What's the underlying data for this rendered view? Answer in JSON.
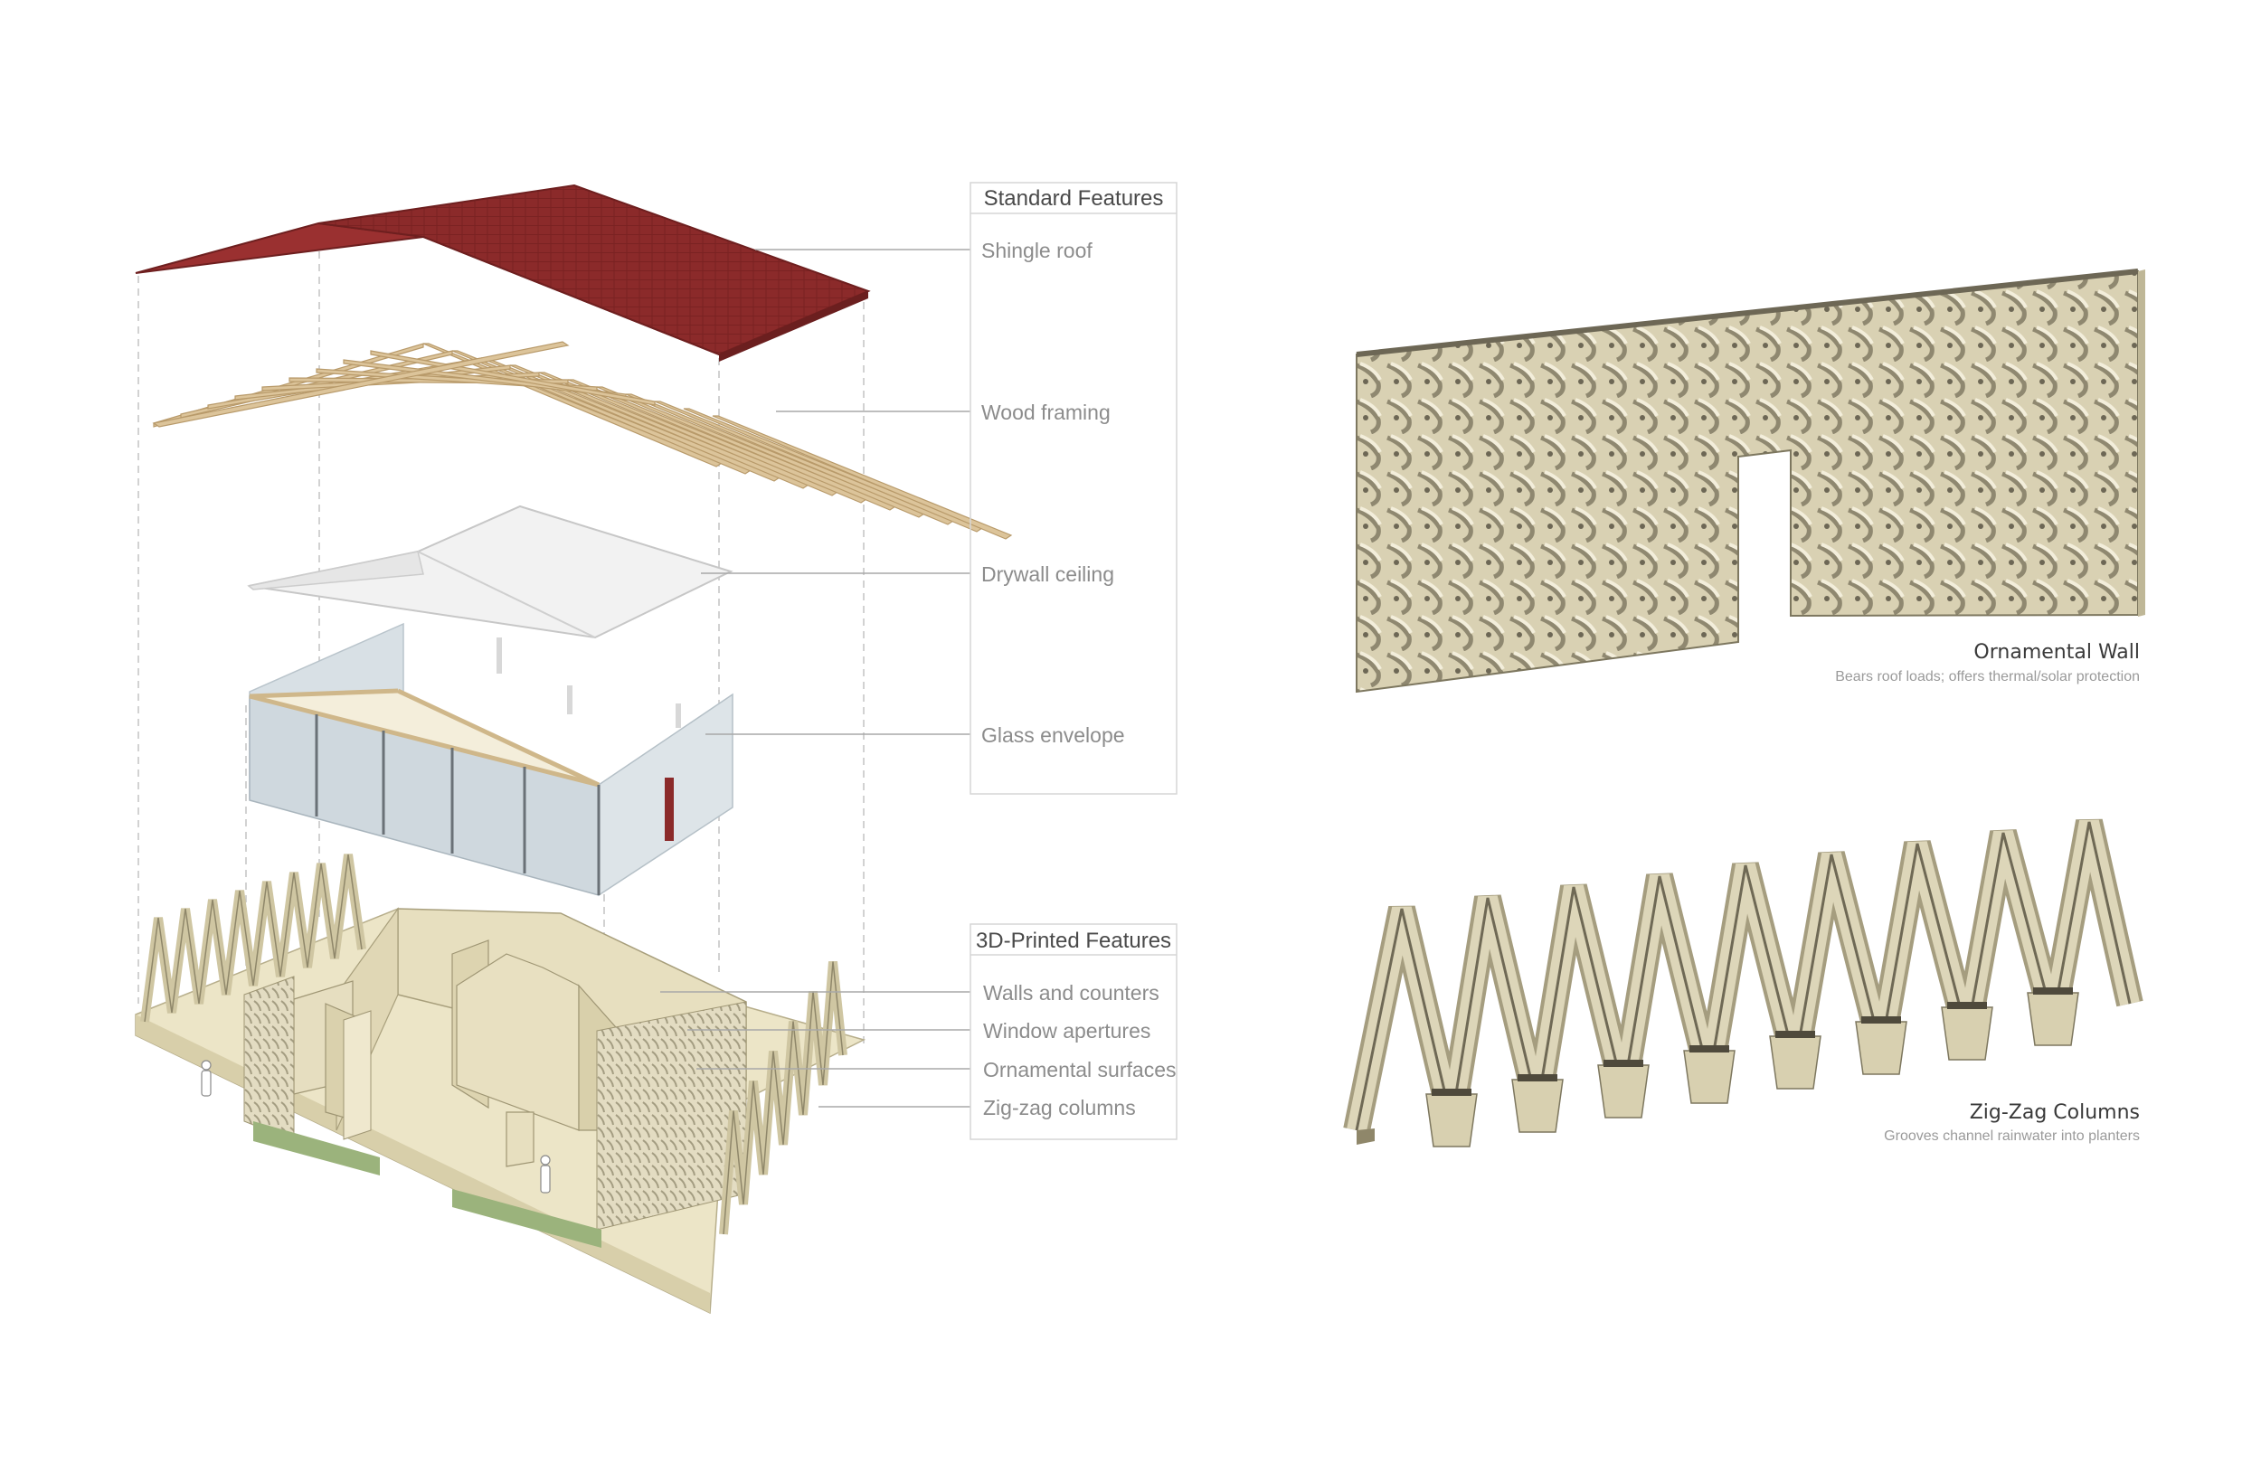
{
  "standard_features": {
    "title": "Standard Features",
    "items": [
      "Shingle roof",
      "Wood framing",
      "Drywall ceiling",
      "Glass envelope"
    ]
  },
  "printed_features": {
    "title": "3D-Printed Features",
    "items": [
      "Walls and counters",
      "Window apertures",
      "Ornamental surfaces",
      "Zig-zag columns"
    ]
  },
  "ornamental_wall": {
    "title": "Ornamental Wall",
    "subtitle": "Bears roof loads; offers thermal/solar protection"
  },
  "zigzag_columns": {
    "title": "Zig-Zag Columns",
    "subtitle": "Grooves channel rainwater into planters"
  },
  "colors": {
    "roof": "#8b2a2a",
    "wood": "#dcc49a",
    "printed_material": "#e7e0c4",
    "glass": "#cfd8de",
    "leader_line": "#a8a8a8"
  }
}
